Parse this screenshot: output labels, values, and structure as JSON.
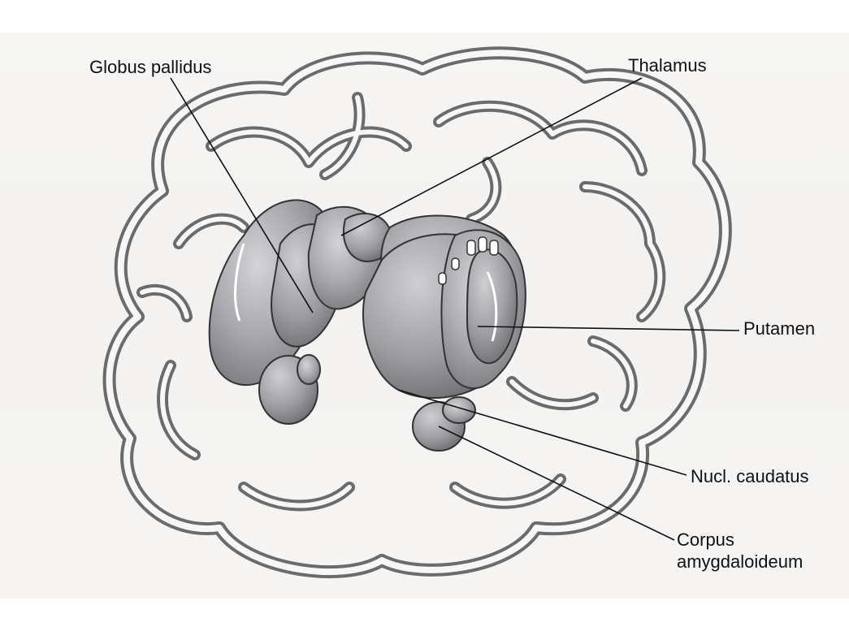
{
  "labels": {
    "globus_pallidus": "Globus pallidus",
    "thalamus": "Thalamus",
    "putamen": "Putamen",
    "nucl_caudatus": "Nucl. caudatus",
    "corpus_line1": "Corpus",
    "corpus_line2": "amygdaloideum"
  },
  "colors": {
    "structure_fill": "#a9a9ad",
    "outline": "#333333",
    "brain_outline": "#666666"
  }
}
